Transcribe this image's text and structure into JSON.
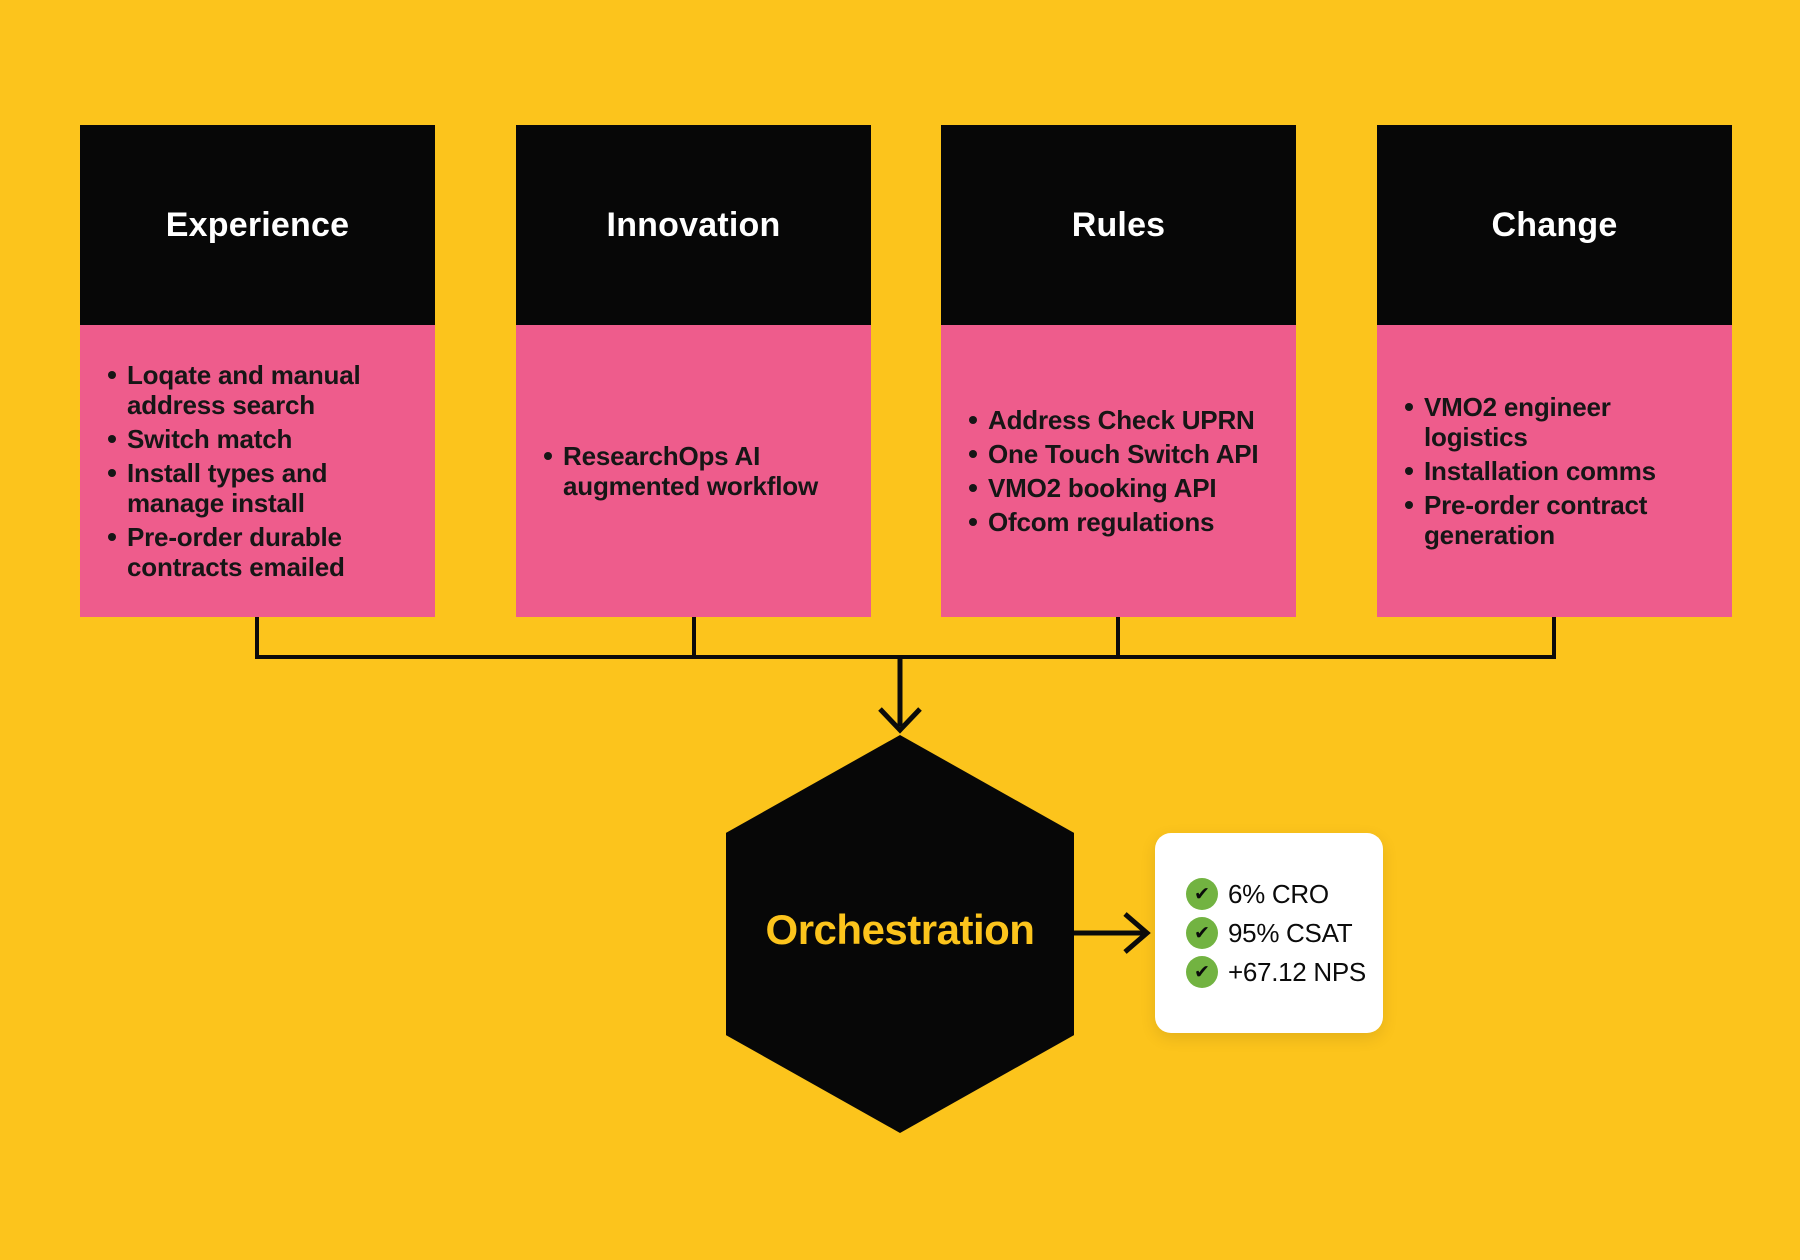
{
  "colors": {
    "background": "#FCC41C",
    "card_header": "#070707",
    "card_body_pink": "#EE5C8C",
    "card_title_text": "#FFFFFF",
    "bullet_text": "#161616",
    "hexagon_fill": "#070707",
    "hexagon_label_text": "#FCC41C",
    "connector_line": "#0B0B0B",
    "metrics_card_bg": "#FFFFFF",
    "metric_check_green": "#72B341"
  },
  "cards": [
    {
      "title": "Experience",
      "bullets": [
        "Loqate and manual\naddress search",
        "Switch match",
        "Install types and\nmanage install",
        "Pre-order durable\ncontracts emailed"
      ]
    },
    {
      "title": "Innovation",
      "bullets": [
        "ResearchOps AI\naugmented workflow"
      ]
    },
    {
      "title": "Rules",
      "bullets": [
        "Address Check UPRN",
        "One Touch Switch API",
        "VMO2 booking API",
        "Ofcom regulations"
      ]
    },
    {
      "title": "Change",
      "bullets": [
        "VMO2 engineer\nlogistics",
        "Installation comms",
        "Pre-order contract\ngeneration"
      ]
    }
  ],
  "hexagon": {
    "label": "Orchestration"
  },
  "metrics": {
    "items": [
      {
        "icon": "check-icon",
        "label": "6% CRO"
      },
      {
        "icon": "check-icon",
        "label": "95% CSAT"
      },
      {
        "icon": "check-icon",
        "label": "+67.12 NPS"
      }
    ]
  }
}
